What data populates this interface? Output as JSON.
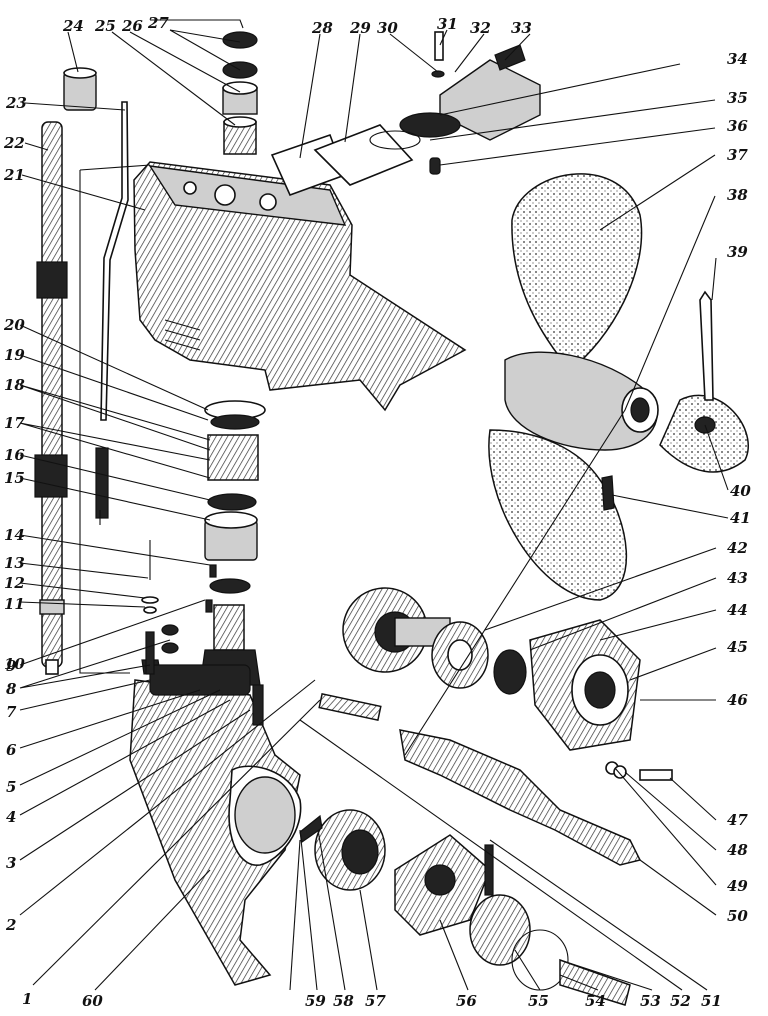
{
  "callouts": {
    "c1": "1",
    "c2": "2",
    "c3": "3",
    "c4": "4",
    "c5": "5",
    "c6": "6",
    "c7": "7",
    "c8": "8",
    "c9": "9",
    "c10": "10",
    "c11": "11",
    "c12": "12",
    "c13": "13",
    "c14": "14",
    "c15": "15",
    "c16": "16",
    "c17": "17",
    "c18": "18",
    "c19": "19",
    "c20": "20",
    "c21": "21",
    "c22": "22",
    "c23": "23",
    "c24": "24",
    "c25": "25",
    "c26": "26",
    "c27": "27",
    "c28": "28",
    "c29": "29",
    "c30": "30",
    "c31": "31",
    "c32": "32",
    "c33": "33",
    "c34": "34",
    "c35": "35",
    "c36": "36",
    "c37": "37",
    "c38": "38",
    "c39": "39",
    "c40": "40",
    "c41": "41",
    "c42": "42",
    "c43": "43",
    "c44": "44",
    "c45": "45",
    "c46": "46",
    "c47": "47",
    "c48": "48",
    "c49": "49",
    "c50": "50",
    "c51": "51",
    "c52": "52",
    "c53": "53",
    "c54": "54",
    "c55": "55",
    "c56": "56",
    "c57": "57",
    "c58": "58",
    "c59": "59",
    "c60": "60"
  }
}
